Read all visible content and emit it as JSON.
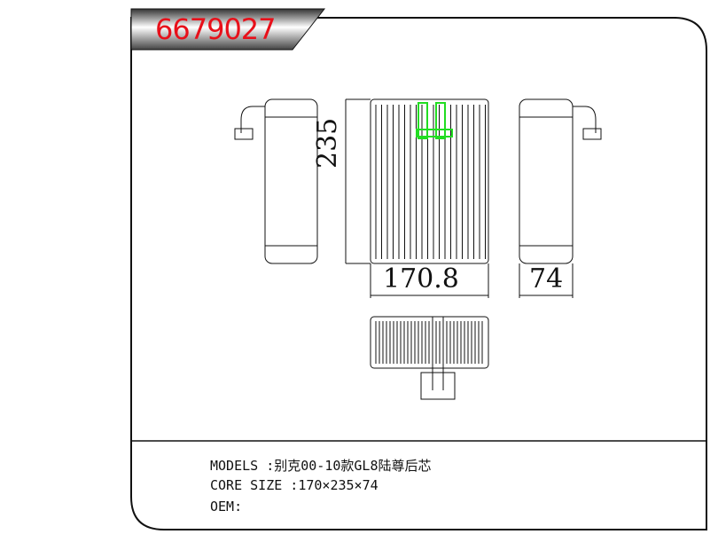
{
  "part_number": "6679027",
  "dimensions": {
    "height": "235",
    "width": "170.8",
    "depth": "74"
  },
  "info": {
    "models_label": "MODELS :",
    "models_value": "别克00-10款GL8陆尊后芯",
    "core_size_label": "CORE SIZE :",
    "core_size_value": "170×235×74",
    "oem_label": "OEM:",
    "oem_value": ""
  },
  "colors": {
    "part_number": "#e8101a",
    "highlight": "#22dd22"
  }
}
